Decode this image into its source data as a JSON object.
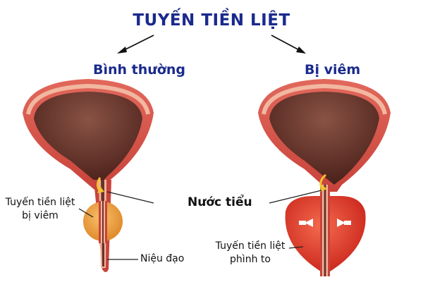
{
  "title": "TUYẾN TIỀN LIỆT",
  "left_heading": "Bình thường",
  "right_heading": "Bị viêm",
  "labels": {
    "inflamed_gland_line1": "Tuyến tiền liệt",
    "inflamed_gland_line2": "bị viêm",
    "urine": "Nước tiểu",
    "urethra": "Niệu đạo",
    "enlarged_gland_line1": "Tuyến tiền liệt",
    "enlarged_gland_line2": "phình to"
  },
  "colors": {
    "title": "#1a2a8c",
    "heading": "#1a2a8c",
    "bladder_wall": "#d9534a",
    "bladder_rim": "#f2b7a0",
    "bladder_inside": "#5b2e24",
    "gland_normal": "#f0a34a",
    "gland_enlarged": "#e0362c",
    "flow_arrow": "#f2c230"
  }
}
